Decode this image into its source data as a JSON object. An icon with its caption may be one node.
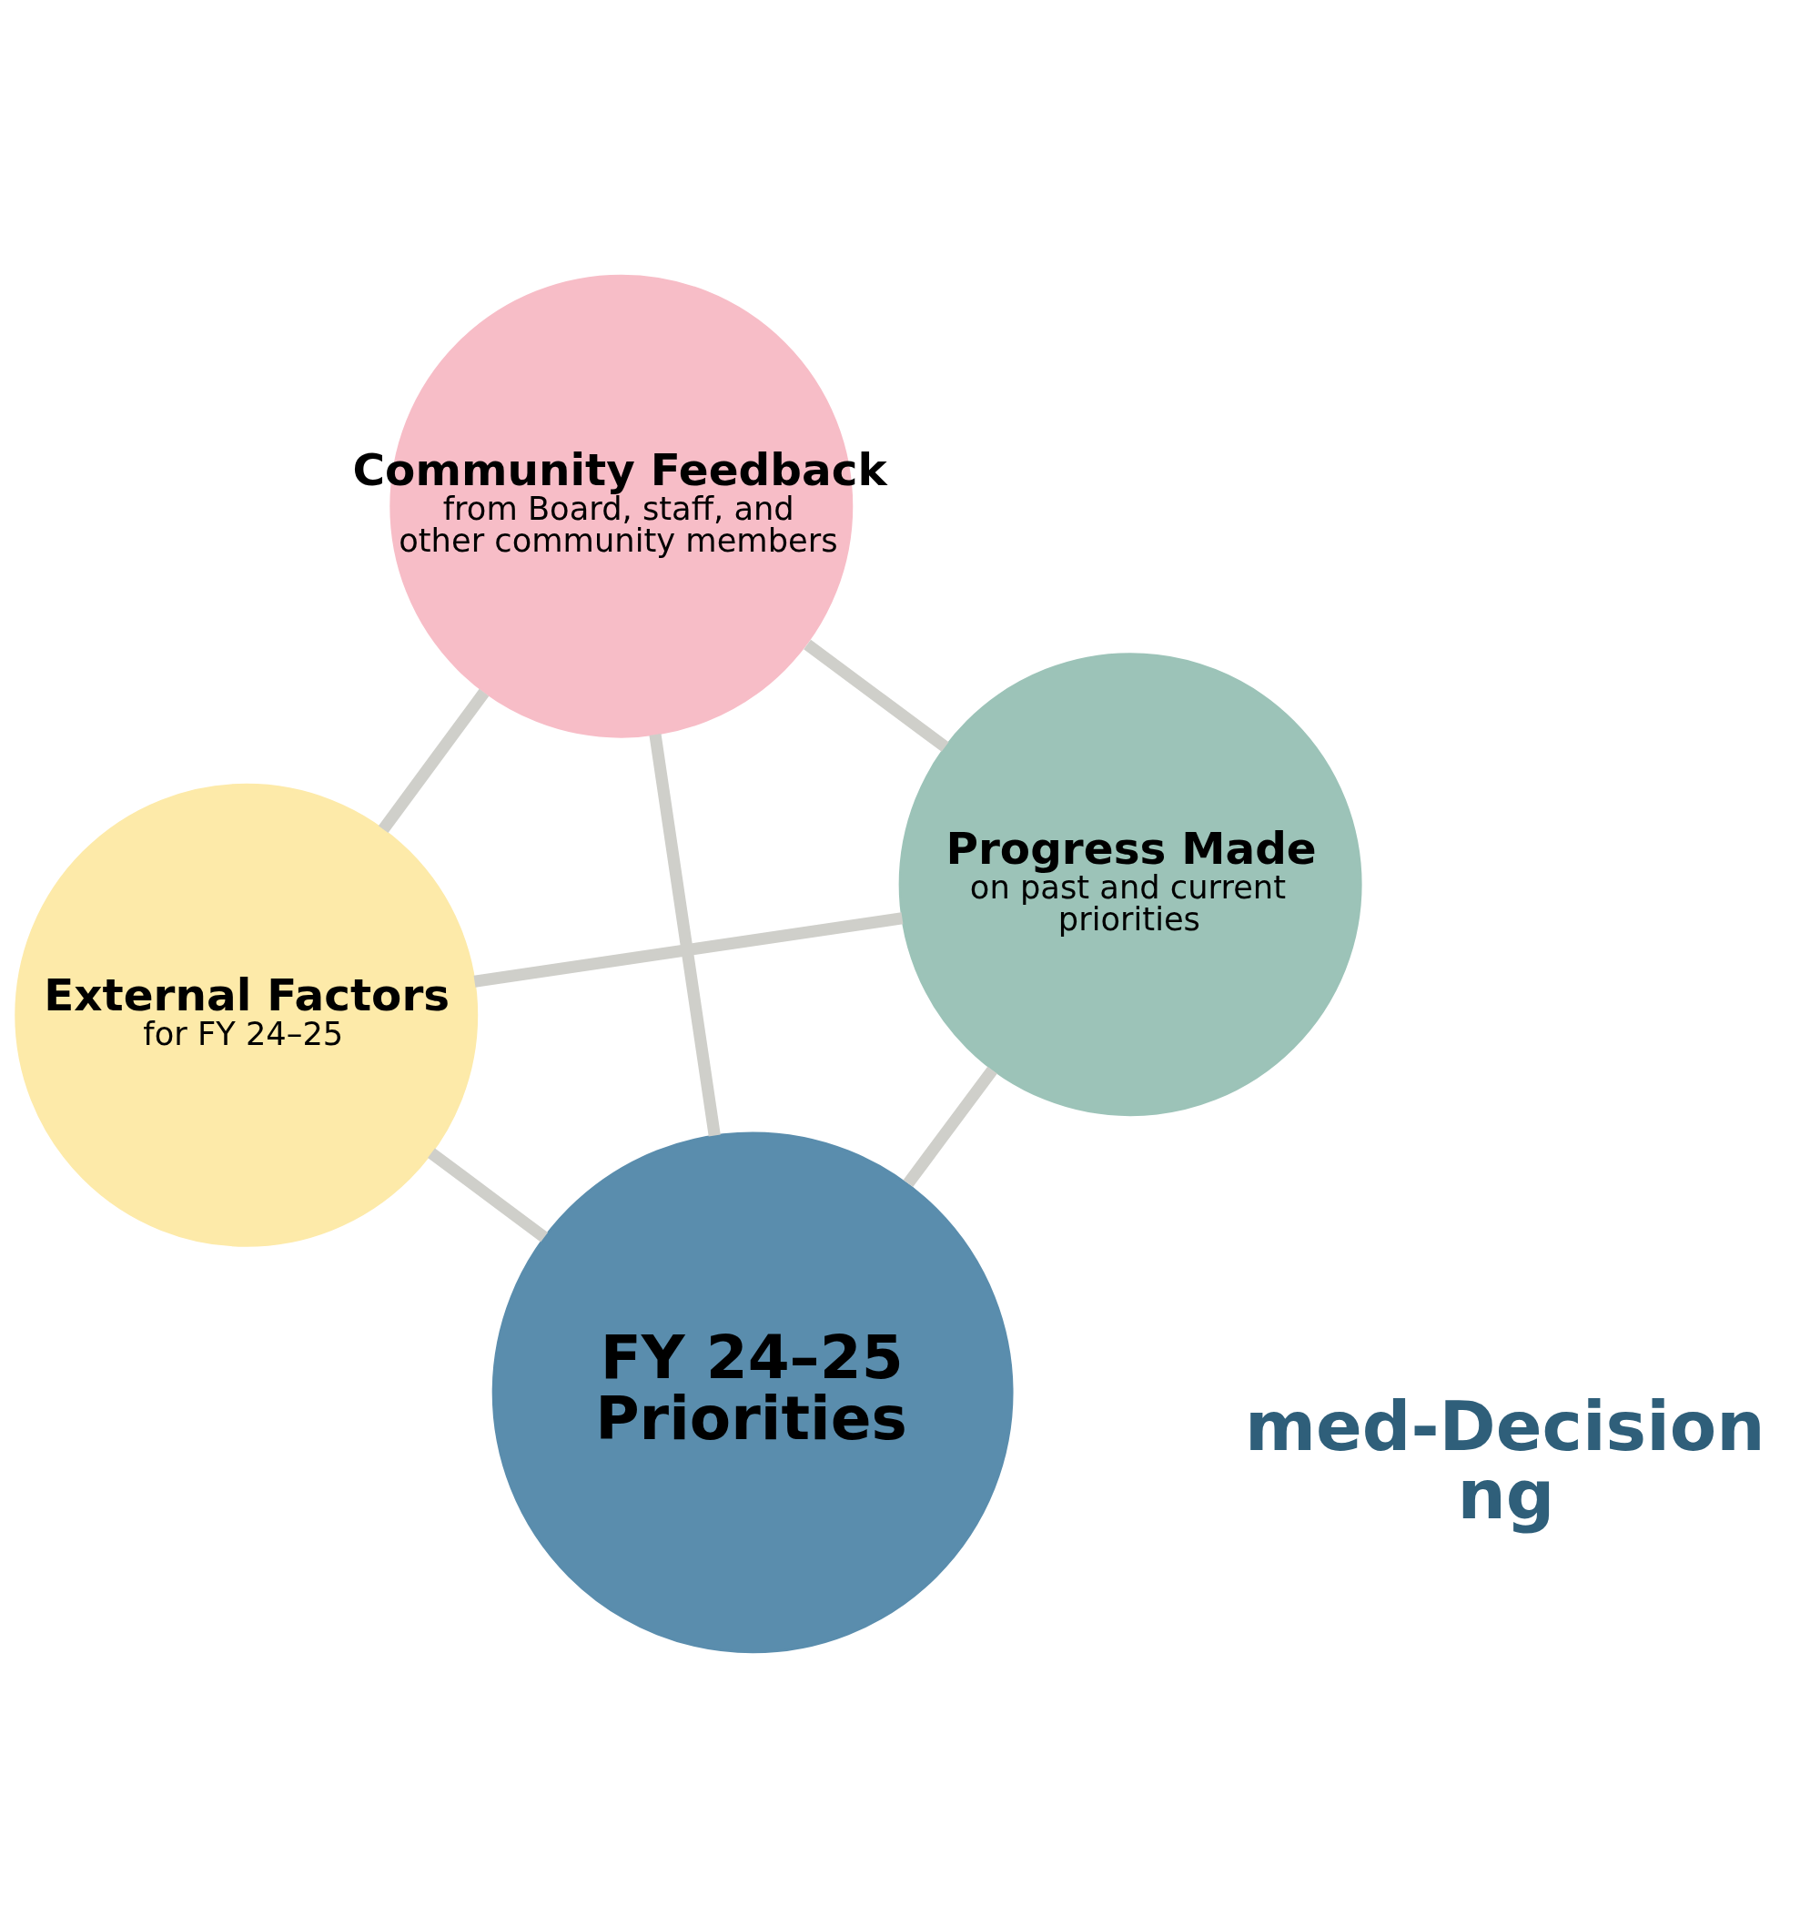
{
  "diagram": {
    "nodes": [
      {
        "text": [
          "External Factors",
          "for FY 24–25"
        ]
      },
      {
        "text": [
          "Progress Made",
          "on past and current priorities"
        ]
      },
      {
        "text": [
          "FY 24–25 Priorities"
        ]
      },
      {
        "text": [
          "Community Feedback",
          "from Board, staff, and other community members"
        ]
      }
    ],
    "edges": [
      {
        "from": 0,
        "to": 1,
        "arrow": "none",
        "color": "#cfcfca"
      },
      {
        "from": 0,
        "to": 2,
        "arrow": "none",
        "color": "#cfcfca"
      },
      {
        "from": 0,
        "to": 3,
        "arrow": "none",
        "color": "#cfcfca"
      },
      {
        "from": 1,
        "to": 2,
        "arrow": "none",
        "color": "#cfcfca"
      },
      {
        "from": 1,
        "to": 3,
        "arrow": "none",
        "color": "#cfcfca"
      },
      {
        "from": 2,
        "to": 3,
        "arrow": "none",
        "color": "#cfcfca"
      }
    ],
    "labels": [
      "med-Decision ng"
    ]
  }
}
